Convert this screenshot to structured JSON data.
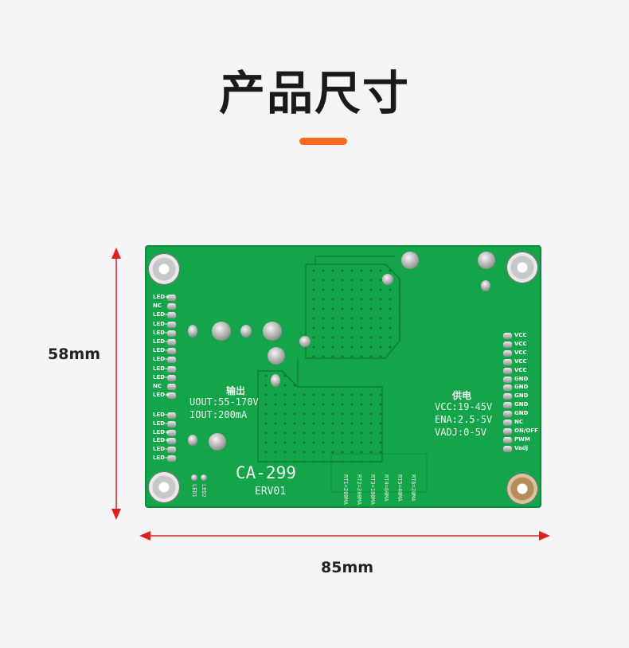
{
  "header": {
    "title": "产品尺寸"
  },
  "dimensions": {
    "height_label": "58mm",
    "width_label": "85mm"
  },
  "colors": {
    "accent": "#ff6a1c",
    "board_green": "#14a44a",
    "arrow_red": "#e02020"
  },
  "board": {
    "model": "CA-299",
    "revision": "ERV01",
    "output": {
      "heading": "输出",
      "lines": [
        "UOUT:55-170V",
        "IOUT:200mA"
      ]
    },
    "power": {
      "heading": "供电",
      "lines": [
        "VCC:19-45V",
        "ENA:2.5-5V",
        "VADJ:0-5V"
      ]
    },
    "left_pins_top": [
      "LED+",
      "NC",
      "LED-",
      "LED-",
      "LED-",
      "LED-",
      "LED-",
      "LED-",
      "LED-",
      "LED-",
      "NC",
      "LED+"
    ],
    "left_pins_bottom": [
      "LED-",
      "LED-",
      "LED+",
      "LED+",
      "LED-",
      "LED-"
    ],
    "right_pins": [
      "VCC",
      "VCC",
      "VCC",
      "VCC",
      "VCC",
      "GND",
      "GND",
      "GND",
      "GND",
      "GND",
      "NC",
      "ON/OFF",
      "PWM",
      "Vadj"
    ],
    "led_indicators": [
      "LED1",
      "LED2"
    ],
    "resistor_labels": [
      "RT1=200MA",
      "RT2=200MA",
      "RT3=100MA",
      "RT4=60MA",
      "RT5=40MA",
      "RT6=20MA"
    ]
  }
}
